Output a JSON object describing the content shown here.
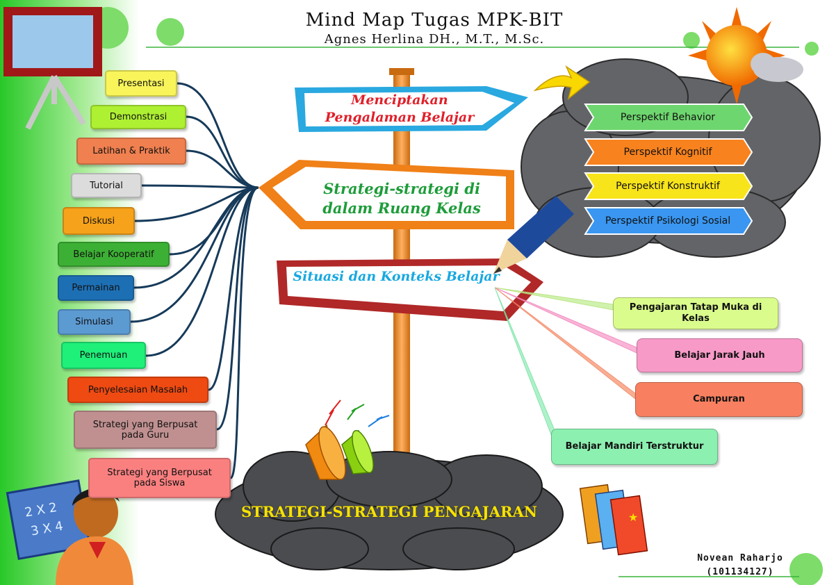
{
  "header": {
    "title": "Mind Map Tugas MPK-BIT",
    "subtitle": "Agnes Herlina DH., M.T., M.Sc."
  },
  "left_items": [
    {
      "label": "Presentasi",
      "color": "#f8f45a"
    },
    {
      "label": "Demonstrasi",
      "color": "#aef032"
    },
    {
      "label": "Latihan & Praktik",
      "color": "#f08050"
    },
    {
      "label": "Tutorial",
      "color": "#dcdcdc"
    },
    {
      "label": "Diskusi",
      "color": "#f6a21a"
    },
    {
      "label": "Belajar Kooperatif",
      "color": "#3cb034"
    },
    {
      "label": "Permainan",
      "color": "#1d6fb4"
    },
    {
      "label": "Simulasi",
      "color": "#5c9ad2"
    },
    {
      "label": "Penemuan",
      "color": "#1ef07a"
    },
    {
      "label": "Penyelesaian Masalah",
      "color": "#ee4a12"
    },
    {
      "label": "Strategi yang Berpusat pada Guru",
      "color": "#c09090"
    },
    {
      "label": "Strategi yang Berpusat pada Siswa",
      "color": "#fa8080"
    }
  ],
  "signs": {
    "top": {
      "label": "Menciptakan Pengalaman Belajar",
      "text_color": "#e0202a"
    },
    "middle": {
      "label": "Strategi-strategi di dalam Ruang Kelas",
      "text_color": "#1e9c3a"
    },
    "bottom": {
      "label": "Situasi dan Konteks Belajar",
      "text_color": "#18a8e0"
    }
  },
  "perspectives": [
    {
      "label": "Perspektif Behavior",
      "color": "#6ed66e"
    },
    {
      "label": "Perspektif Kognitif",
      "color": "#f8821e"
    },
    {
      "label": "Perspektif Konstruktif",
      "color": "#f8e41a"
    },
    {
      "label": "Perspektif Psikologi Sosial",
      "color": "#3a96f0"
    }
  ],
  "contexts": [
    {
      "label": "Pengajaran Tatap Muka di Kelas",
      "color": "#dafc8c"
    },
    {
      "label": "Belajar Jarak Jauh",
      "color": "#f89ac8"
    },
    {
      "label": "Campuran",
      "color": "#f88060"
    },
    {
      "label": "Belajar Mandiri Terstruktur",
      "color": "#8cf0b0"
    }
  ],
  "banner": "STRATEGI-STRATEGI PENGAJARAN",
  "author": {
    "name": "Novean Raharjo",
    "id": "(101134127)"
  },
  "illustrations": [
    "easel-icon",
    "sun-icon",
    "cloud-icon",
    "pencil-icon",
    "arrow-icon",
    "megaphone-icon",
    "books-icon",
    "teacher-icon",
    "chalkboard-icon"
  ]
}
